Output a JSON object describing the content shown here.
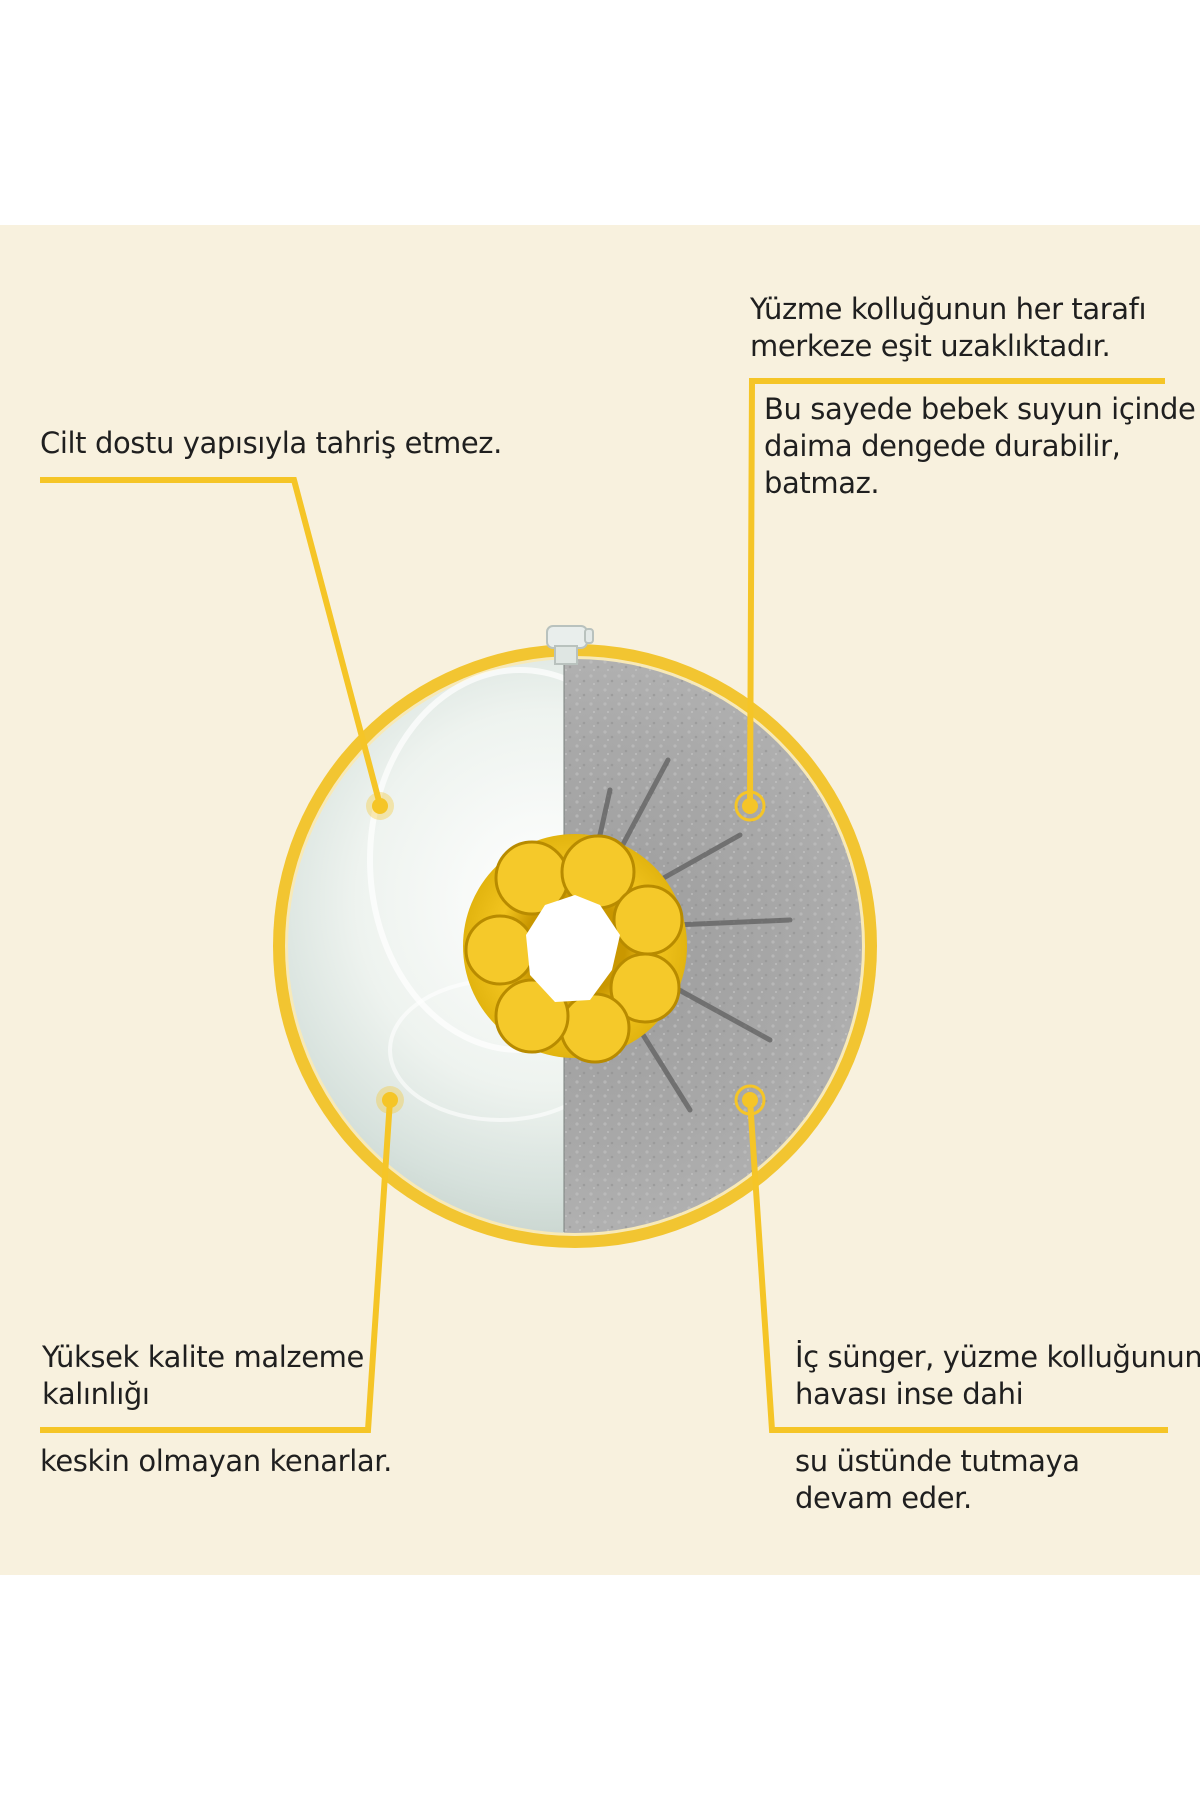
{
  "colors": {
    "background": "#f8f1de",
    "accent": "#f5c527",
    "text": "#1f1f1f",
    "ring_outer": "#f2c531",
    "inner_cushion": "#f0c21a"
  },
  "product_image": {
    "icons": [
      "swim-ring-product",
      "valve-icon",
      "sponge-cross-section"
    ]
  },
  "callouts": {
    "top_left": {
      "line1": "Cilt dostu yapısıyla tahriş etmez."
    },
    "top_right": {
      "heading_line1": "Yüzme kolluğunun her tarafı",
      "heading_line2": "merkeze eşit uzaklıktadır.",
      "body_line1": "Bu sayede bebek suyun içinde",
      "body_line2": "daima dengede durabilir,",
      "body_line3": "batmaz."
    },
    "bottom_left": {
      "heading_line1": "Yüksek kalite malzeme",
      "heading_line2": "kalınlığı",
      "body_line1": "keskin olmayan kenarlar."
    },
    "bottom_right": {
      "heading_line1": "İç sünger, yüzme kolluğunun",
      "heading_line2": "havası inse dahi",
      "body_line1": "su üstünde tutmaya",
      "body_line2": "devam eder."
    }
  }
}
